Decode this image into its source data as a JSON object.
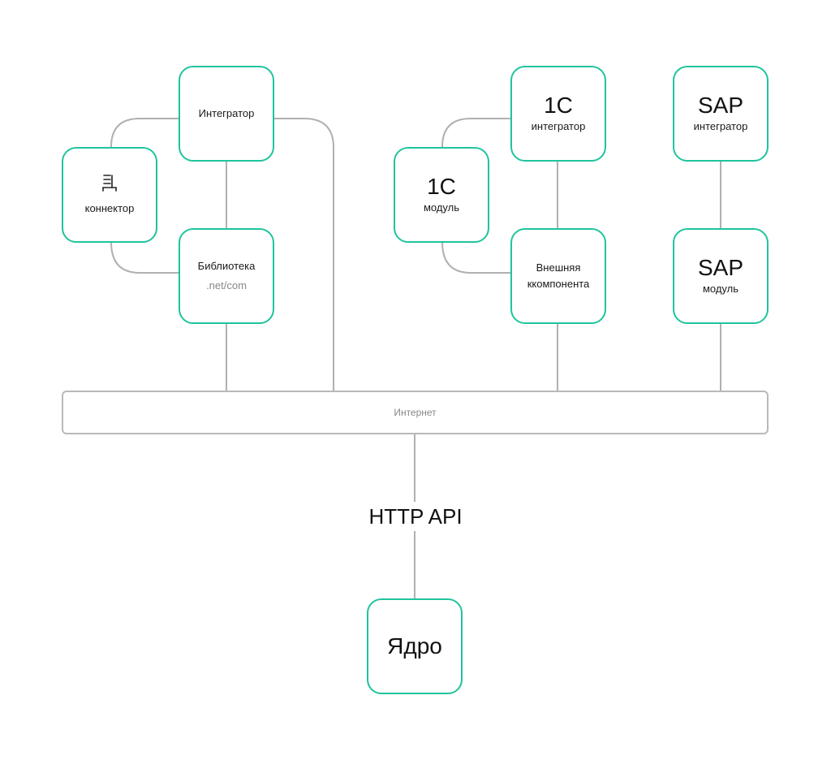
{
  "colors": {
    "accent": "#1fc49d",
    "line": "#b0b0b0",
    "muted": "#888888"
  },
  "nodes": {
    "integrator": {
      "label": "Интегратор"
    },
    "connector": {
      "label": "коннектор",
      "icon": "connector-icon"
    },
    "library": {
      "label": "Библиотека",
      "sub": ".net/com"
    },
    "onec_integrator": {
      "title": "1С",
      "label": "интегратор"
    },
    "onec_module": {
      "title": "1С",
      "label": "модуль"
    },
    "external_component": {
      "line1": "Внешняя",
      "line2": "ккомпонента"
    },
    "sap_integrator": {
      "title": "SAP",
      "label": "интегратор"
    },
    "sap_module": {
      "title": "SAP",
      "label": "модуль"
    },
    "core": {
      "label": "Ядро"
    }
  },
  "internet": {
    "label": "Интернет"
  },
  "http_api": {
    "label": "HTTP API"
  }
}
